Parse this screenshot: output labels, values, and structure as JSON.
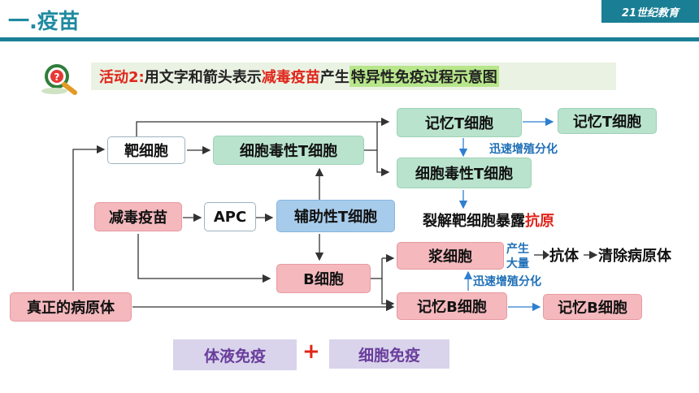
{
  "header": {
    "title": "一.疫苗",
    "logo": "21世纪教育"
  },
  "activity": {
    "prefix": "活动2:",
    "part1": "用文字和箭头表示",
    "highlight_red": "减毒疫苗",
    "part2": "产生",
    "highlight_green": "特异性免疫过程示意图"
  },
  "nodes": {
    "target_cell": "靶细胞",
    "cytotoxic_t_left": "细胞毒性T细胞",
    "memory_t_top": "记忆T细胞",
    "memory_t_right": "记忆T细胞",
    "cytotoxic_t_right": "细胞毒性T细胞",
    "attenuated_vaccine": "减毒疫苗",
    "apc": "APC",
    "helper_t": "辅助性T细胞",
    "b_cell": "B细胞",
    "plasma_cell": "浆细胞",
    "memory_b": "记忆B细胞",
    "memory_b_right": "记忆B细胞",
    "real_pathogen": "真正的病原体",
    "lysis_text": "裂解靶细胞暴露",
    "antigen": "抗原",
    "antibody": "抗体",
    "clear_pathogen": "清除病原体"
  },
  "notes": {
    "rapid_prolif_t": "迅速增殖分化",
    "produce": "产生",
    "large_amount": "大量",
    "rapid_prolif_b": "迅速增殖分化"
  },
  "summary": {
    "humoral": "体液免疫",
    "plus": "+",
    "cellular": "细胞免疫"
  },
  "colors": {
    "teal": "#1a7f94",
    "green_box": "#b9e3cd",
    "pink_box": "#f4b8bd",
    "blue_box": "#a7cbea",
    "purple_text": "#6a3e9c",
    "red": "#e0251b"
  }
}
